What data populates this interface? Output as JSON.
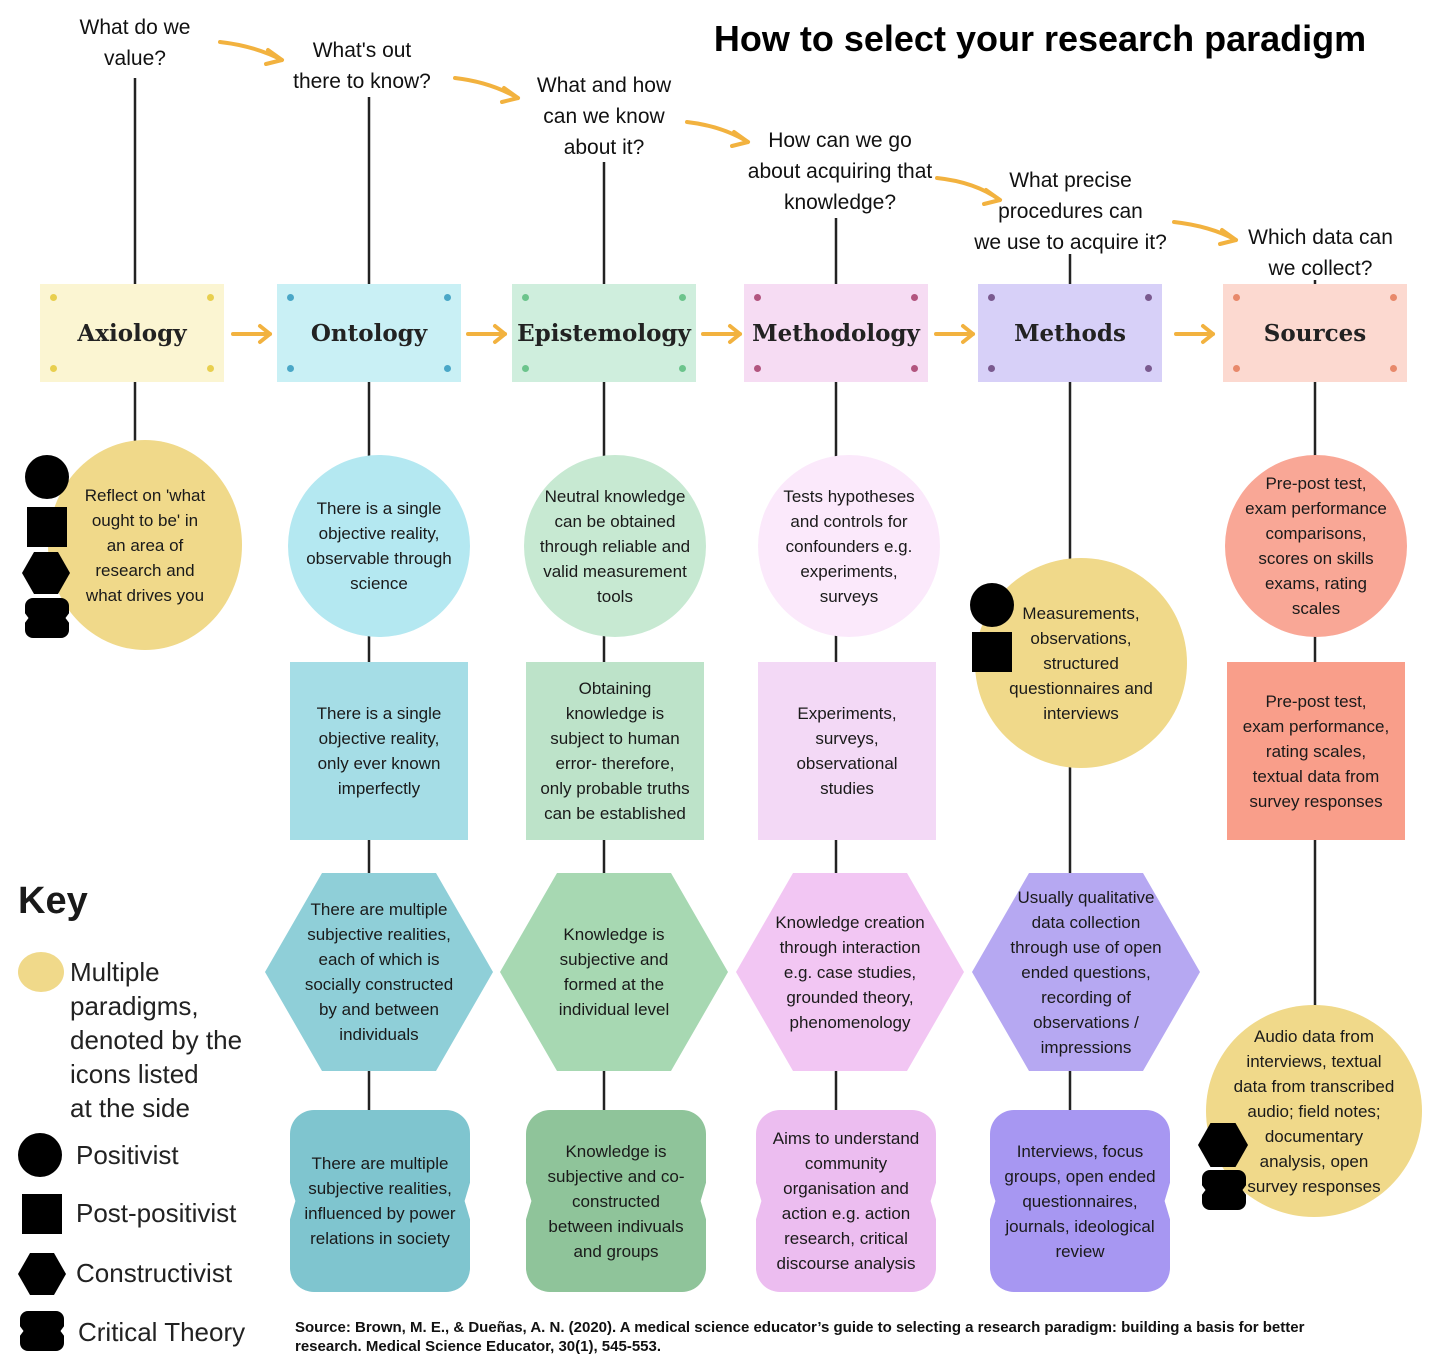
{
  "title": "How to select your research paradigm",
  "questions": [
    "What do we\nvalue?",
    "What's out\nthere to know?",
    "What and how\ncan we know\nabout it?",
    "How can we go\nabout acquiring that\nknowledge?",
    "What precise\nprocedures can\nwe use to acquire it?",
    "Which data can\nwe collect?"
  ],
  "stages": [
    "Axiology",
    "Ontology",
    "Epistemology",
    "Methodology",
    "Methods",
    "Sources"
  ],
  "axiology": {
    "text": "Reflect on 'what\nought to be' in\nan area of\nresearch and\nwhat drives you"
  },
  "ontology": [
    "There is a single\nobjective reality,\nobservable through\nscience",
    "There is a single\nobjective reality,\nonly ever known\nimperfectly",
    "There are multiple\nsubjective realities,\neach of which is\nsocially constructed\nby and between\nindividuals",
    "There are multiple\nsubjective realities,\ninfluenced by power\nrelations in society"
  ],
  "epistemology": [
    "Neutral knowledge\ncan be obtained\nthrough reliable and\nvalid measurement\ntools",
    "Obtaining\nknowledge is\nsubject to human\nerror- therefore,\nonly probable truths\ncan be established",
    "Knowledge is\nsubjective and\nformed at the\nindividual level",
    "Knowledge is\nsubjective and co-\nconstructed\nbetween indivuals\nand groups"
  ],
  "methodology": [
    "Tests hypotheses\nand controls for\nconfounders e.g.\nexperiments,\nsurveys",
    "Experiments,\nsurveys,\nobservational\nstudies",
    "Knowledge creation\nthrough interaction\ne.g. case studies,\ngrounded theory,\nphenomenology",
    "Aims to understand\ncommunity\norganisation and\naction e.g. action\nresearch, critical\ndiscourse analysis"
  ],
  "methods": [
    "Measurements,\nobservations,\nstructured\nquestionnaires and\ninterviews",
    "Usually qualitative\ndata collection\nthrough use of open\nended questions,\nrecording of\nobservations /\nimpressions",
    "Interviews, focus\ngroups, open ended\nquestionnaires,\njournals, ideological\nreview"
  ],
  "sources": [
    "Pre-post test,\nexam performance\ncomparisons,\nscores on skills\nexams, rating\nscales",
    "Pre-post test,\nexam performance,\nrating scales,\ntextual data from\nsurvey responses",
    "Audio data from\ninterviews, textual\ndata from transcribed\naudio; field notes;\ndocumentary\nanalysis, open\nsurvey responses"
  ],
  "key": {
    "title": "Key",
    "multiple": "Multiple\nparadigms,\ndenoted by the\nicons listed\nat the side",
    "positivist": "Positivist",
    "post_positivist": "Post-positivist",
    "constructivist": "Constructivist",
    "critical_theory": "Critical Theory"
  },
  "source": "Source: Brown, M. E., & Dueñas, A. N. (2020). A medical science educator’s guide to selecting a research paradigm: building a basis for better research. Medical Science Educator, 30(1), 545-553.",
  "colors": {
    "arrow": "#f2b23f",
    "axiology": "#fbf5d2",
    "ontology": [
      "#c9f0f5",
      "#b4e8f1",
      "#a5dde6",
      "#8fcfd8",
      "#7fc5cf"
    ],
    "epistemology": [
      "#cfeedd",
      "#c7e9d2",
      "#bde3c9",
      "#a7d8b2",
      "#8fc49a"
    ],
    "methodology": [
      "#f6dcf3",
      "#fbe9fb",
      "#f3d9f6",
      "#f2c6f3",
      "#ecbdf0"
    ],
    "methods": [
      "#d7d0f8",
      "#f0d98a",
      "#b6a8f2",
      "#a797f2"
    ],
    "sources": [
      "#fcd9d0",
      "#f9a796",
      "#f99e8a",
      "#f0d98a"
    ],
    "yellow": "#f0d98a"
  }
}
